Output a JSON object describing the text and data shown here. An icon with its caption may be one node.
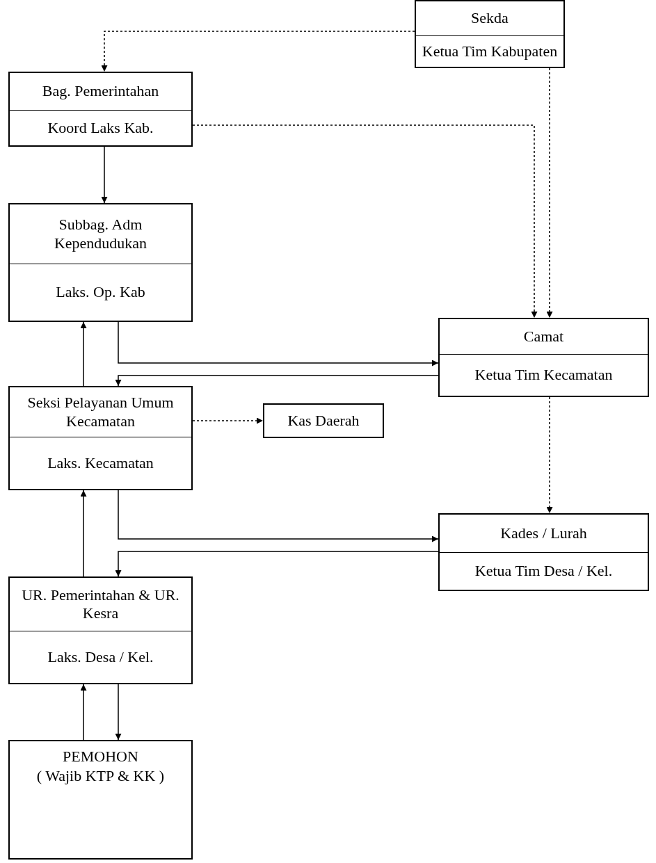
{
  "diagram": {
    "nodes": [
      {
        "text": [
          "Sekda",
          "Ketua Tim Kabupaten"
        ]
      },
      {
        "text": [
          "Bag. Pemerintahan",
          "Koord Laks Kab."
        ]
      },
      {
        "text": [
          "Subbag. Adm Kependudukan",
          "Laks. Op. Kab"
        ]
      },
      {
        "text": [
          "Camat",
          "Ketua Tim Kecamatan"
        ]
      },
      {
        "text": [
          "Seksi Pelayanan Umum Kecamatan",
          "Laks. Kecamatan"
        ]
      },
      {
        "text": [
          "Kas Daerah"
        ]
      },
      {
        "text": [
          "Kades / Lurah",
          "Ketua Tim Desa / Kel."
        ]
      },
      {
        "text": [
          "UR. Pemerintahan & UR. Kesra",
          "Laks. Desa / Kel."
        ]
      },
      {
        "text": [
          "PEMOHON",
          "( Wajib KTP & KK )"
        ]
      }
    ],
    "edges": [
      {
        "from": 0,
        "to": 1,
        "arrow": "to",
        "style": "dashed"
      },
      {
        "from": 0,
        "to": 3,
        "arrow": "to",
        "style": "dashed"
      },
      {
        "from": 1,
        "to": 3,
        "arrow": "to",
        "style": "dashed"
      },
      {
        "from": 1,
        "to": 2,
        "arrow": "to"
      },
      {
        "from": 2,
        "to": 3,
        "arrow": "to"
      },
      {
        "from": 3,
        "to": 4,
        "arrow": "to"
      },
      {
        "from": 4,
        "to": 2,
        "arrow": "to"
      },
      {
        "from": 3,
        "to": 6,
        "arrow": "to",
        "style": "dashed"
      },
      {
        "from": 4,
        "to": 5,
        "arrow": "to",
        "style": "dashed"
      },
      {
        "from": 4,
        "to": 6,
        "arrow": "to"
      },
      {
        "from": 6,
        "to": 7,
        "arrow": "to"
      },
      {
        "from": 7,
        "to": 4,
        "arrow": "to"
      },
      {
        "from": 7,
        "to": 8,
        "arrow": "to"
      },
      {
        "from": 8,
        "to": 7,
        "arrow": "to"
      }
    ]
  }
}
